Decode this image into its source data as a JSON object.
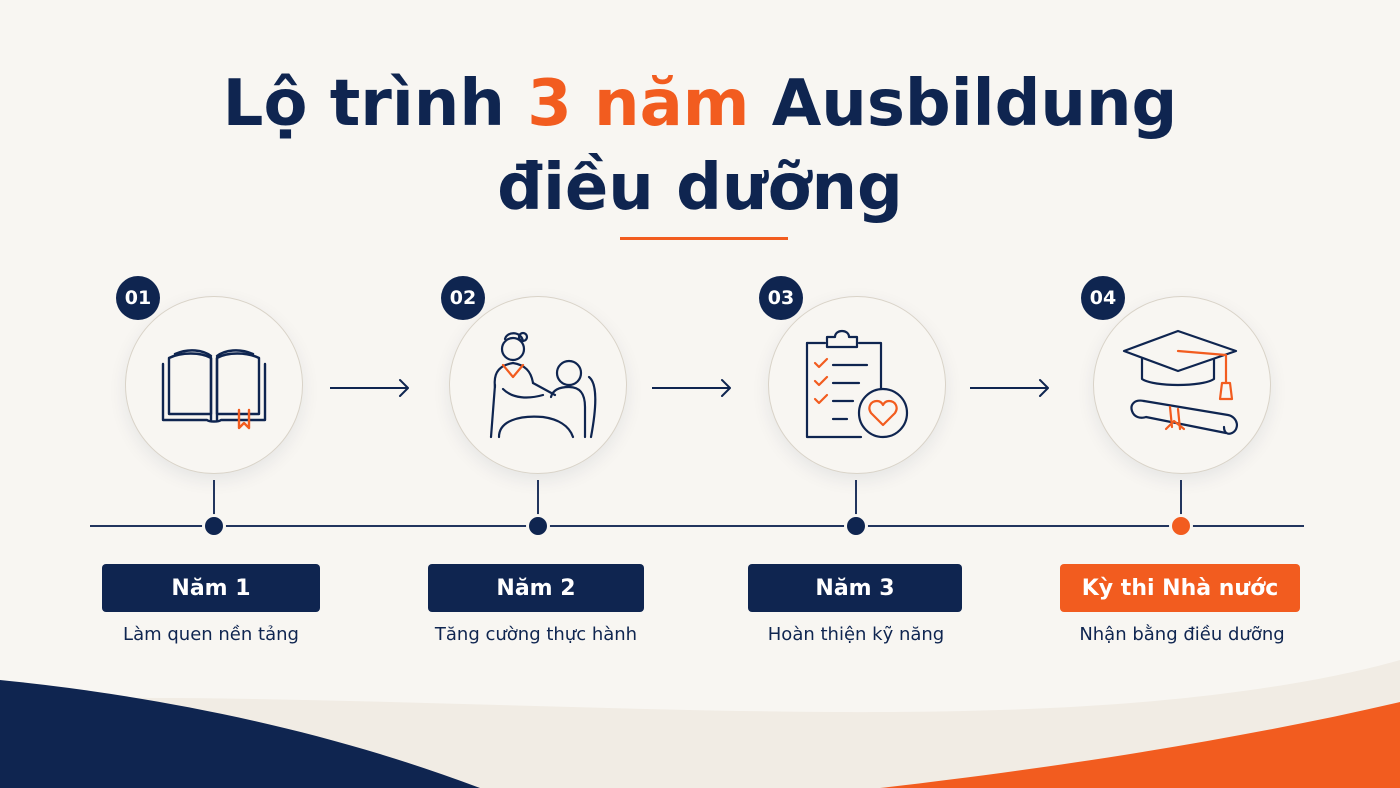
{
  "title": {
    "line1_before": "Lộ trình ",
    "line1_accent": "3 năm",
    "line1_after": " Ausbildung",
    "line2": "điều dưỡng"
  },
  "colors": {
    "navy": "#0f2550",
    "orange": "#f25c1f",
    "background": "#f8f6f2"
  },
  "steps": [
    {
      "number": "01",
      "icon": "open-book-icon",
      "label": "Năm 1",
      "description": "Làm quen nền tảng",
      "highlight": false
    },
    {
      "number": "02",
      "icon": "nurse-patient-icon",
      "label": "Năm 2",
      "description": "Tăng cường thực hành",
      "highlight": false
    },
    {
      "number": "03",
      "icon": "clipboard-heart-icon",
      "label": "Năm 3",
      "description": "Hoàn thiện kỹ năng",
      "highlight": false
    },
    {
      "number": "04",
      "icon": "graduation-diploma-icon",
      "label": "Kỳ thi Nhà nước",
      "description": "Nhận bằng điều dưỡng",
      "highlight": true
    }
  ]
}
